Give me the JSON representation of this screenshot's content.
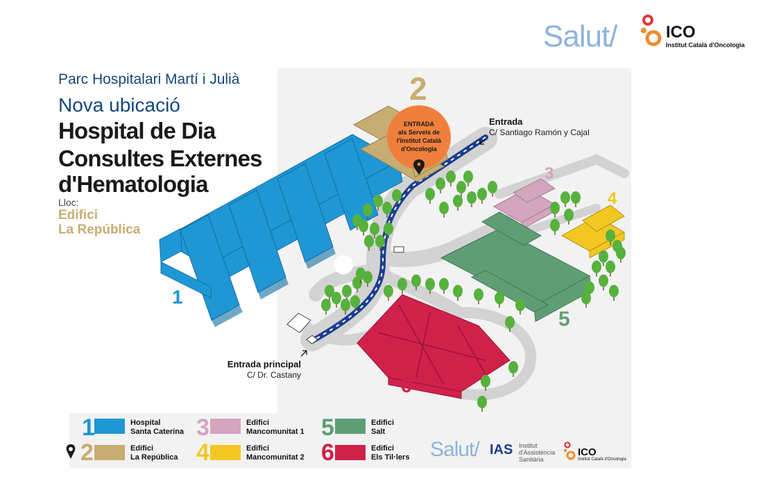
{
  "header": {
    "salut": "Salut/",
    "ico_name": "ICO",
    "ico_full": "Institut Català d'Oncologia"
  },
  "title": {
    "park": "Parc Hospitalari Martí i Julià",
    "subtitle": "Nova ubicació",
    "main_lines": [
      "Hospital de Dia",
      "Consultes Externes",
      "d'Hematologia"
    ],
    "lloc_label": "Lloc:",
    "building_lines": [
      "Edifici",
      "La República"
    ]
  },
  "map": {
    "building_numbers": [
      "1",
      "2",
      "3",
      "4",
      "5",
      "6"
    ],
    "callout_entrance_ico": [
      "ENTRADA",
      "als Serveis de",
      "l'Institut Català",
      "d'Oncologia"
    ],
    "entrance": {
      "label": "Entrada",
      "street": "C/ Santiago Ramón y Cajal"
    },
    "main_entrance": {
      "label": "Entrada principal",
      "street": "C/ Dr. Castany"
    }
  },
  "legend": [
    {
      "num": "1",
      "lines": [
        "Hospital",
        "Santa Caterina"
      ],
      "color": "#1f97d4"
    },
    {
      "num": "2",
      "lines": [
        "Edifici",
        "La República"
      ],
      "color": "#c8ad72",
      "marker": "location-pin-icon"
    },
    {
      "num": "3",
      "lines": [
        "Edifici",
        "Mancomunitat 1"
      ],
      "color": "#d3a5be"
    },
    {
      "num": "4",
      "lines": [
        "Edifici",
        "Mancomunitat 2"
      ],
      "color": "#f2c724"
    },
    {
      "num": "5",
      "lines": [
        "Edifici",
        "Salt"
      ],
      "color": "#5f9e74"
    },
    {
      "num": "6",
      "lines": [
        "Edifici",
        "Els Til·lers"
      ],
      "color": "#d0214a"
    }
  ],
  "footer": {
    "salut": "Salut/",
    "ias": "IAS",
    "ias_lines": [
      "Institut",
      "d'Assistència",
      "Sanitària"
    ],
    "ico_name": "ICO",
    "ico_full": "Institut Català d'Oncologia"
  },
  "colors": {
    "blue": "#1f97d4",
    "tan": "#c8ad72",
    "pink": "#d3a5be",
    "yellow": "#f2c724",
    "green": "#5f9e74",
    "red": "#d0214a",
    "orange": "#f07f3c",
    "road": "#d3d3d3",
    "tree": "#57b13d",
    "navy": "#15477a"
  }
}
